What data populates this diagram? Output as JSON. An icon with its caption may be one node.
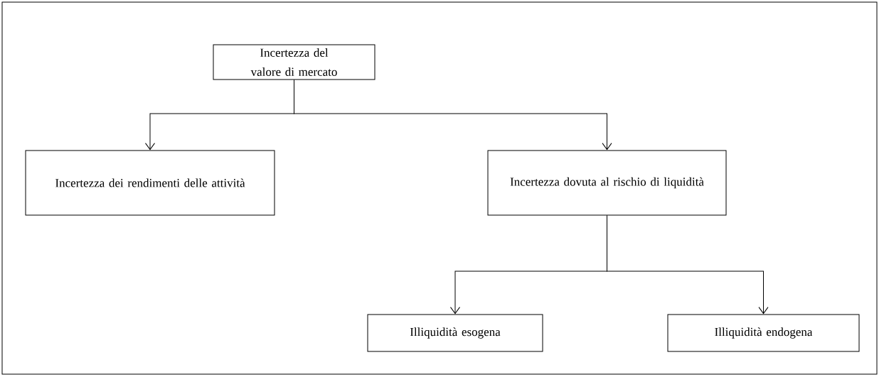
{
  "diagram": {
    "nodes": [
      {
        "text": [
          "Incertezza del valore di mercato"
        ]
      },
      {
        "text": [
          "Incertezza dei rendimenti delle attività"
        ]
      },
      {
        "text": [
          "Incertezza dovuta al rischio di liquidità"
        ]
      },
      {
        "text": [
          "Illiquidità esogena"
        ]
      },
      {
        "text": [
          "Illiquidità endogena"
        ]
      }
    ],
    "edges": [
      {
        "from": 0,
        "to": 1,
        "arrow": "to"
      },
      {
        "from": 0,
        "to": 2,
        "arrow": "to"
      },
      {
        "from": 2,
        "to": 3,
        "arrow": "to"
      },
      {
        "from": 2,
        "to": 4,
        "arrow": "to"
      }
    ]
  }
}
